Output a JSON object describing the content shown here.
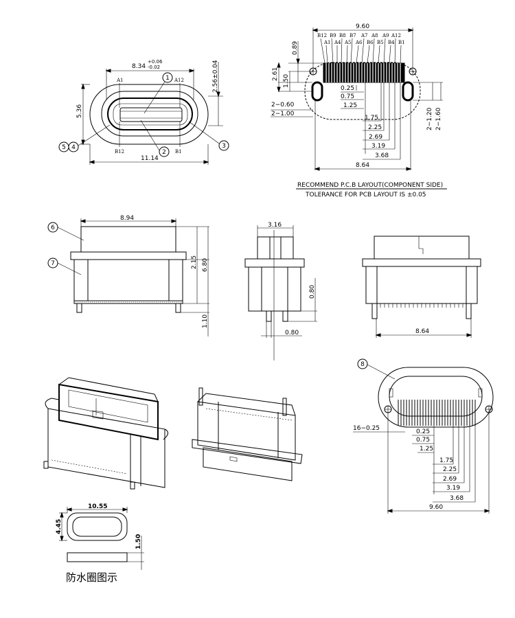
{
  "top_view": {
    "width_tol_main": "8.34",
    "width_tol_plus": "+0.06",
    "width_tol_minus": "-0.02",
    "dim_height": "5.36",
    "dim_total_width": "11.14",
    "dim_side": "2.56±0.04",
    "pin_a1": "A1",
    "pin_a12": "A12",
    "pin_b12": "B12",
    "pin_b1": "B1",
    "callout_1": "1",
    "callout_2": "2",
    "callout_3": "3",
    "callout_4": "4",
    "callout_5": "5"
  },
  "pcb_layout": {
    "dim_width": "9.60",
    "pins_top": [
      "B12",
      "B9",
      "B8",
      "B7",
      "A7",
      "A8",
      "A9",
      "A12"
    ],
    "pins_bottom": [
      "A1",
      "A4",
      "A5",
      "A6",
      "B6",
      "B5",
      "B4",
      "B1"
    ],
    "dim_089": "0.89",
    "dim_261": "2.61",
    "dim_150": "1.50",
    "dim_2_060": "2−0.60",
    "dim_2_100": "2−1.00",
    "dim_2_120": "2−1.20",
    "dim_2_160": "2−1.60",
    "pitch": [
      "0.25",
      "0.75",
      "1.25",
      "1.75",
      "2.25",
      "2.69",
      "3.19",
      "3.68"
    ],
    "dim_total": "8.64",
    "title": "RECOMMEND P.C.B LAYOUT(COMPONENT SIDE)",
    "tolerance": "TOLERANCE FOR PCB LAYOUT IS ±0.05"
  },
  "front_view": {
    "dim_width": "8.94",
    "dim_215": "2.15",
    "dim_680": "6.80",
    "dim_110": "1.10",
    "callout_6": "6",
    "callout_7": "7"
  },
  "side_view": {
    "dim_316": "3.16",
    "dim_080_v": "0.80",
    "dim_080_h": "0.80"
  },
  "rear_view": {
    "dim_width": "8.64"
  },
  "bottom_view": {
    "callout_8": "8",
    "dim_16": "16−0.25",
    "pitch": [
      "0.25",
      "0.75",
      "1.25",
      "1.75",
      "2.25",
      "2.69",
      "3.19",
      "3.68"
    ],
    "dim_total": "9.60"
  },
  "gasket": {
    "dim_width": "10.55",
    "dim_height": "4.45",
    "dim_thick": "1.50",
    "caption": "防水圈图示"
  }
}
